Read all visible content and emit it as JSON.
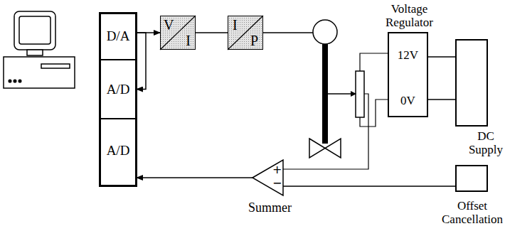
{
  "diagram": {
    "nodes": [
      {
        "text": [
          "D/A"
        ]
      },
      {
        "text": [
          "A/D"
        ]
      },
      {
        "text": [
          "A/D"
        ]
      },
      {
        "text": [
          "V",
          "I"
        ]
      },
      {
        "text": [
          "I",
          "P"
        ]
      },
      {
        "text": [
          "+",
          "−",
          "Summer"
        ]
      },
      {
        "text": [
          "Voltage Regulator",
          "12V",
          "0V"
        ]
      },
      {
        "text": [
          "DC Supply"
        ]
      },
      {
        "text": [
          "Offset Cancellation"
        ]
      }
    ],
    "edges": [
      {
        "from": 0,
        "to": 3,
        "arrow": "to"
      },
      {
        "from": 0,
        "to": 1,
        "arrow": "to"
      },
      {
        "from": 3,
        "to": 4,
        "arrow": "none"
      },
      {
        "from": 5,
        "to": 2,
        "arrow": "to"
      },
      {
        "from": 8,
        "to": 5,
        "arrow": "none"
      },
      {
        "from": 6,
        "to": 7,
        "arrow": "none"
      },
      {
        "from": 6,
        "to": 7,
        "arrow": "none"
      }
    ]
  }
}
